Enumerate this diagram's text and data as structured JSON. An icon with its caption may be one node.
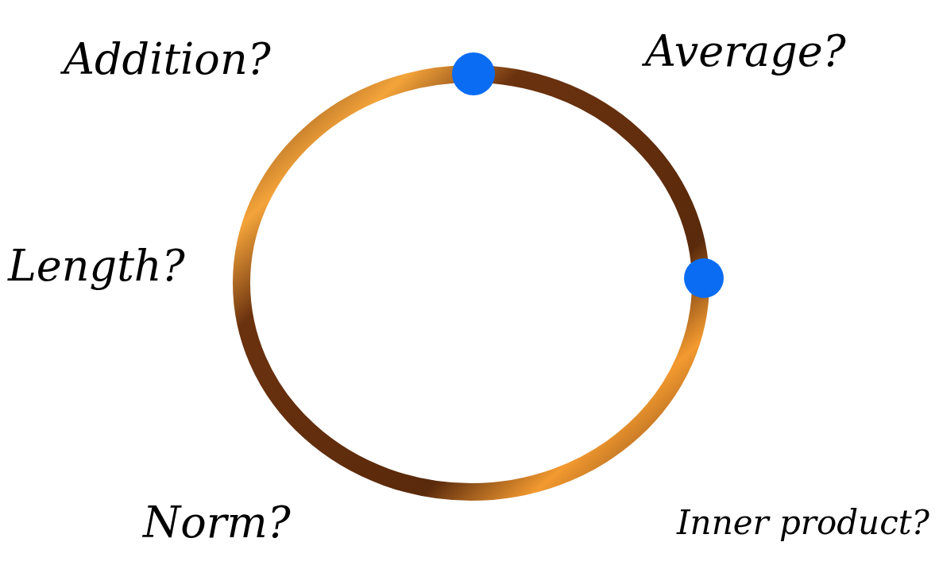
{
  "diagram": {
    "labels": [
      "Addition?",
      "Average?",
      "Length?",
      "Norm?",
      "Inner product?"
    ]
  }
}
